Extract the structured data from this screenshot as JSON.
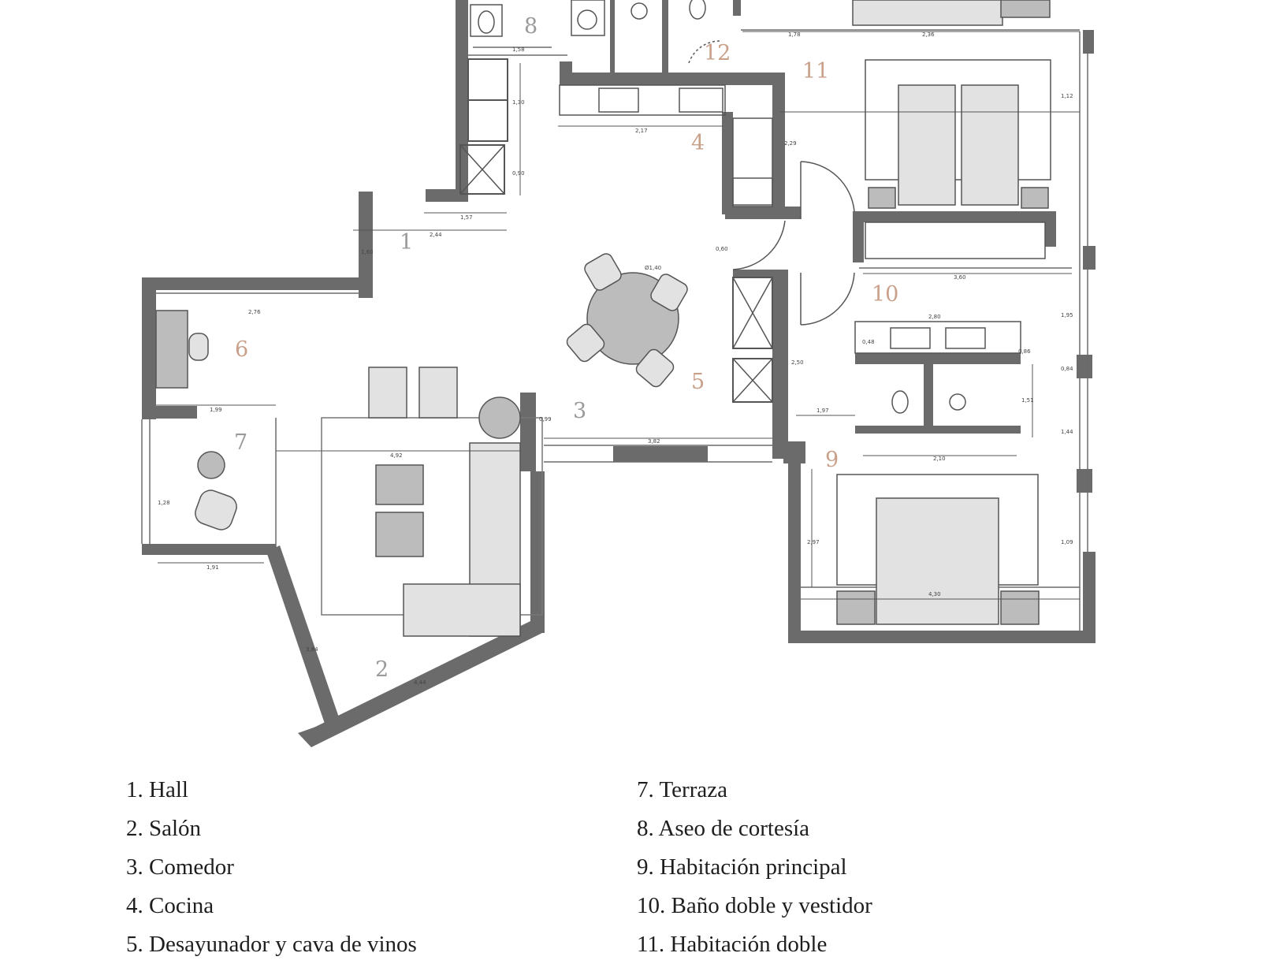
{
  "colors": {
    "wall": "#6b6b6b",
    "furniture": "#bcbcbc",
    "furniture_light": "#e2e2e2",
    "room_number_accent": "#c9a08a",
    "room_number_grey": "#9a9a9a",
    "text": "#1e1e1e"
  },
  "room_numbers": [
    {
      "label": "1"
    },
    {
      "label": "2"
    },
    {
      "label": "3"
    },
    {
      "label": "4"
    },
    {
      "label": "5"
    },
    {
      "label": "6"
    },
    {
      "label": "7"
    },
    {
      "label": "8"
    },
    {
      "label": "9"
    },
    {
      "label": "10"
    },
    {
      "label": "11"
    },
    {
      "label": "12"
    }
  ],
  "dimensions": [
    "1,57",
    "2,44",
    "1,60",
    "2,76",
    "1,99",
    "1,28",
    "1,91",
    "3,84",
    "4,92",
    "4,44",
    "1,58",
    "1,30",
    "1,78",
    "2,36",
    "0,99",
    "0,90",
    "3,82",
    "1,97",
    "2,80",
    "2,97",
    "2,10",
    "1,51",
    "2,50",
    "4,30",
    "1,12",
    "2,29",
    "2,17",
    "0,60",
    "3,60",
    "1,44",
    "0,48",
    "0,86",
    "0,84",
    "1,95",
    "1,09",
    "Ø1,40"
  ],
  "legend": {
    "left": [
      "1. Hall",
      "2. Salón",
      "3. Comedor",
      "4. Cocina",
      "5. Desayunador y cava de vinos"
    ],
    "right": [
      "7. Terraza",
      "8. Aseo de cortesía",
      "9. Habitación principal",
      "10. Baño doble y vestidor",
      "11. Habitación doble"
    ]
  }
}
